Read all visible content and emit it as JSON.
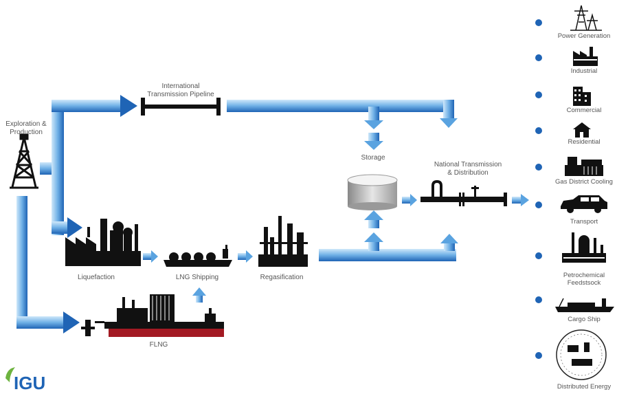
{
  "stages": {
    "exploration": "Exploration &\nProduction",
    "international_pipeline": "International\nTransmission Pipeline",
    "liquefaction": "Liquefaction",
    "lng_shipping": "LNG Shipping",
    "regasification": "Regasification",
    "flng": "FLNG",
    "storage": "Storage",
    "national_transmission": "National Transmission\n& Distribution"
  },
  "end_uses": [
    {
      "label": "Power Generation",
      "icon": "power-pylon-icon"
    },
    {
      "label": "Industrial",
      "icon": "factory-icon"
    },
    {
      "label": "Commercial",
      "icon": "office-building-icon"
    },
    {
      "label": "Residential",
      "icon": "house-icon"
    },
    {
      "label": "Gas District Cooling",
      "icon": "cooling-plant-icon"
    },
    {
      "label": "Transport",
      "icon": "car-icon"
    },
    {
      "label": "Petrochemical\nFeedstsock",
      "icon": "petrochemical-plant-icon"
    },
    {
      "label": "Cargo Ship",
      "icon": "cargo-ship-icon"
    },
    {
      "label": "Distributed Energy",
      "icon": "distributed-energy-icon"
    }
  ],
  "logo": {
    "text": "IGU"
  },
  "colors": {
    "flow_light": "#bfe0f7",
    "flow_dark": "#1f64b5",
    "bullet": "#1f64b5",
    "flng_hull": "#a31a23"
  }
}
